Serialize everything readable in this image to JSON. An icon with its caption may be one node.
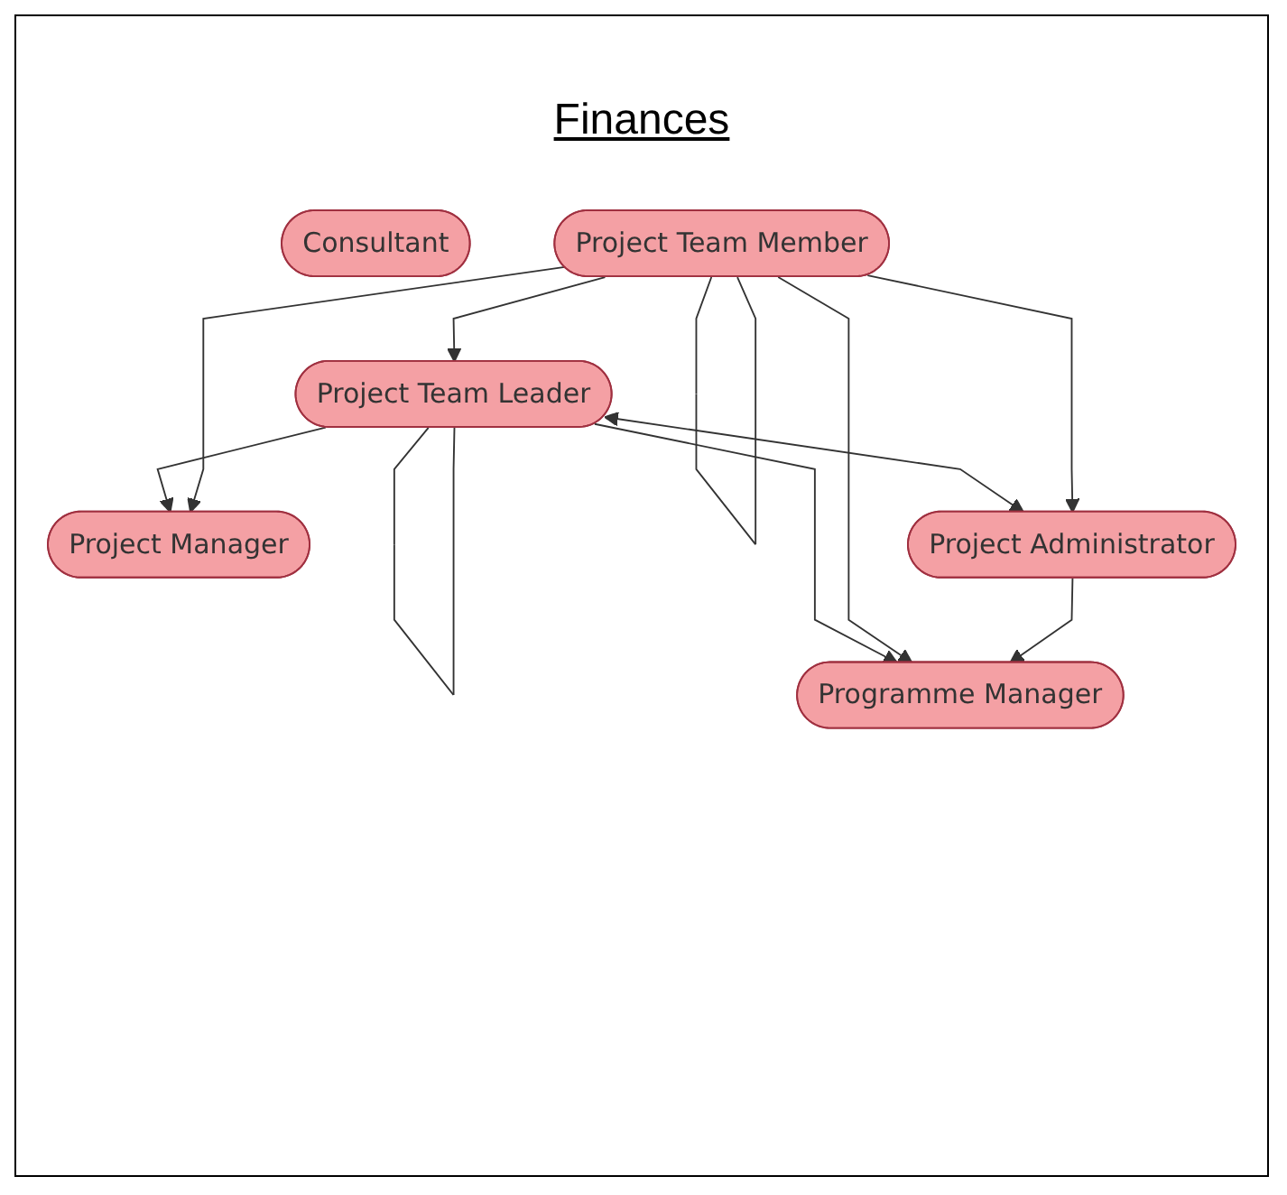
{
  "diagram": {
    "title": "Finances",
    "nodes": [
      {
        "text": [
          "Consultant"
        ]
      },
      {
        "text": [
          "Project Team Leader"
        ]
      },
      {
        "text": [
          "Project Manager"
        ]
      },
      {
        "text": [
          "Programme Manager"
        ]
      },
      {
        "text": [
          "Project Team Member"
        ]
      },
      {
        "text": [
          "Project Administrator"
        ]
      }
    ],
    "edges": [
      {
        "from": 1,
        "to": 1,
        "arrow": "none"
      },
      {
        "from": 1,
        "to": 2,
        "arrow": "to"
      },
      {
        "from": 1,
        "to": 3,
        "arrow": "to"
      },
      {
        "from": 4,
        "to": 1,
        "arrow": "to"
      },
      {
        "from": 1,
        "to": 5,
        "arrow": "both"
      },
      {
        "from": 4,
        "to": 2,
        "arrow": "to"
      },
      {
        "from": 4,
        "to": 3,
        "arrow": "to"
      },
      {
        "from": 4,
        "to": 5,
        "arrow": "to"
      },
      {
        "from": 4,
        "to": 4,
        "arrow": "none"
      },
      {
        "from": 5,
        "to": 3,
        "arrow": "to"
      }
    ]
  }
}
